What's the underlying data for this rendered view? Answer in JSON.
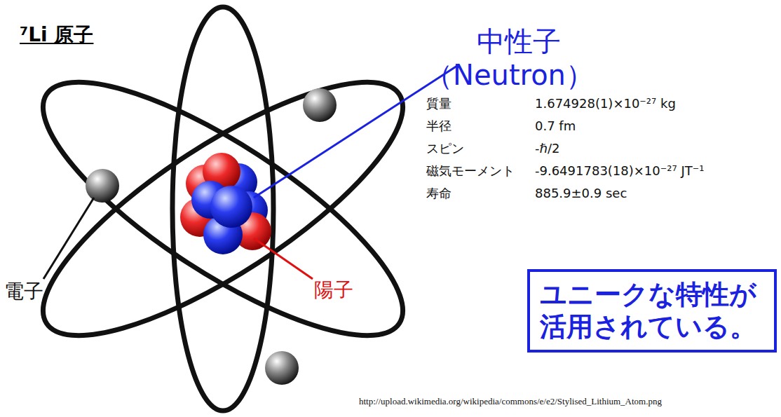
{
  "diagram": {
    "title": "⁷Li 原子",
    "nodes": [
      {
        "text": [
          "ユニークな特性が 活用されている。"
        ]
      }
    ],
    "labels": [
      "中性子",
      "（Neutron）",
      "質量",
      "1.674928(1)×10⁻²⁷ kg",
      "半径",
      "0.7 fm",
      "スピン",
      "-ℏ/2",
      "磁気モーメント",
      "-9.6491783(18)×10⁻²⁷ JT⁻¹",
      "寿命",
      "885.9±0.9 sec",
      "電子",
      "陽子",
      "http://upload.wikimedia.org/wikipedia/commons/e/e2/Stylised_Lithium_Atom.png"
    ]
  }
}
